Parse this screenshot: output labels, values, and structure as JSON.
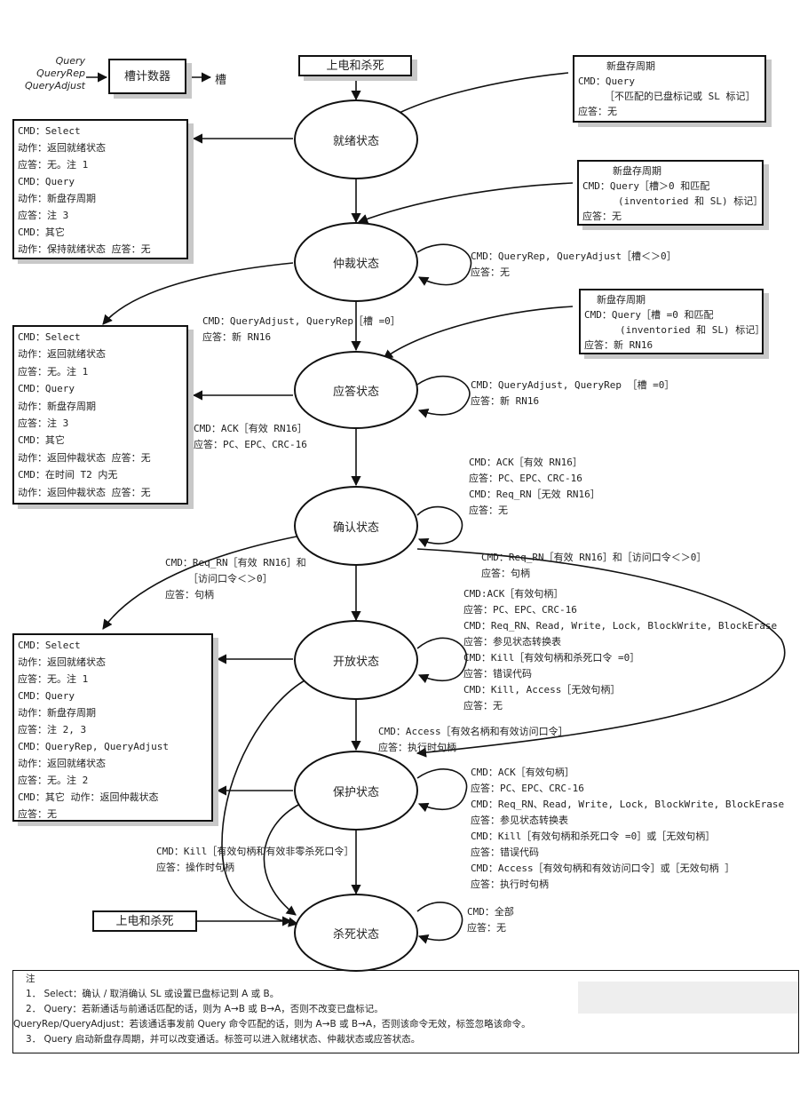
{
  "states": {
    "ready": "就绪状态",
    "arbitrate": "仲裁状态",
    "reply": "应答状态",
    "acknowledged": "确认状态",
    "open": "开放状态",
    "secured": "保护状态",
    "killed": "杀死状态"
  },
  "slot_counter": {
    "inputs": [
      "Query",
      "QueryRep",
      "QueryAdjust"
    ],
    "box": "槽计数器",
    "output": "槽"
  },
  "power_top": "上电和杀死",
  "power_bottom": "上电和杀死",
  "boxes": {
    "new_round_1": [
      "新盘存周期",
      "CMD：Query",
      "［不匹配的已盘标记或 SL 标记］",
      "应答：无"
    ],
    "new_round_2": [
      "新盘存周期",
      "CMD：Query［槽＞0 和匹配",
      "(inventoried 和 SL) 标记］",
      "应答：无"
    ],
    "new_round_3": [
      "新盘存周期",
      "CMD：Query［槽 =0 和匹配",
      "(inventoried 和 SL) 标记］",
      "应答：新 RN16"
    ],
    "ready_box": [
      "CMD：Select",
      "动作：返回就绪状态",
      "应答：无。注 1",
      "CMD：Query",
      "动作：新盘存周期",
      "应答：注 3",
      "CMD：其它",
      "动作：保持就绪状态  应答：无"
    ],
    "reply_box": [
      "CMD：Select",
      "动作：返回就绪状态",
      "应答：无。注 1",
      "CMD：Query",
      "动作：新盘存周期",
      "应答：注 3",
      "CMD：其它",
      "动作：返回仲裁状态  应答：无",
      "CMD：在时间 T2 内无",
      "动作：返回仲裁状态  应答：无"
    ],
    "open_box": [
      "CMD：Select",
      "动作：返回就绪状态",
      "应答：无。注 1",
      "CMD：Query",
      "动作：新盘存周期",
      "应答：注 2, 3",
      "CMD：QueryRep, QueryAdjust",
      "动作：返回就绪状态",
      "应答：无。注 2",
      "CMD：其它  动作：返回仲裁状态",
      "应答：无"
    ]
  },
  "labels": {
    "arb_self": [
      "CMD：QueryRep, QueryAdjust［槽＜＞0］",
      "应答：无"
    ],
    "arb_to_reply": [
      "CMD：QueryAdjust, QueryRep［槽 =0］",
      "应答：新 RN16"
    ],
    "reply_self": [
      "CMD：QueryAdjust, QueryRep ［槽 =0］",
      "应答：新 RN16"
    ],
    "reply_to_ack": [
      "CMD：ACK［有效 RN16］",
      "应答：PC、EPC、CRC-16"
    ],
    "ack_self": [
      "CMD：ACK［有效 RN16］",
      "应答：PC、EPC、CRC-16",
      "CMD：Req_RN［无效 RN16］",
      "应答：无"
    ],
    "ack_to_secured": [
      "CMD：Req_RN［有效 RN16］和［访问口令＜＞0］",
      "应答：句柄"
    ],
    "ack_to_open": [
      "CMD：Req_RN［有效 RN16］和",
      "［访问口令＜＞0］",
      "应答：句柄"
    ],
    "open_self": [
      "CMD:ACK［有效句柄］",
      "应答：PC、EPC、CRC-16",
      "CMD：Req_RN、Read, Write, Lock, BlockWrite, BlockErase",
      "应答：参见状态转换表",
      "CMD：Kill［有效句柄和杀死口令 =0］",
      "应答：错误代码",
      "CMD：Kill, Access［无效句柄］",
      "应答：无"
    ],
    "open_to_secured": [
      "CMD：Access［有效名柄和有效访问口令］",
      "应答：执行时句柄"
    ],
    "secured_self": [
      "CMD：ACK［有效句柄］",
      "应答：PC、EPC、CRC-16",
      "CMD：Req_RN、Read, Write, Lock, BlockWrite, BlockErase",
      "应答：参见状态转换表",
      "CMD：Kill［有效句柄和杀死口令 =0］或［无效句柄］",
      "应答：错误代码",
      "CMD：Access［有效句柄和有效访问口令］或［无效句柄 ］",
      "应答：执行时句柄"
    ],
    "to_killed": [
      "CMD：Kill［有效句柄和有效非零杀死口令］",
      "应答：操作时句柄"
    ],
    "killed_self": [
      "CMD：全部",
      "应答：无"
    ]
  },
  "notes": {
    "title": "注",
    "lines": [
      "1．  Select：确认 / 取消确认 SL 或设置已盘标记到 A 或 B。",
      "2．  Query：若新通话与前通话匹配的话，则为 A→B 或 B→A，否则不改变已盘标记。",
      "QueryRep/QueryAdjust：若该通话事发前 Query 命令匹配的话，则为 A→B 或 B→A，否则该命令无效，标签忽略该命令。",
      "3．  Query 启动新盘存周期，并可以改变通话。标签可以进入就绪状态、仲裁状态或应答状态。"
    ]
  }
}
